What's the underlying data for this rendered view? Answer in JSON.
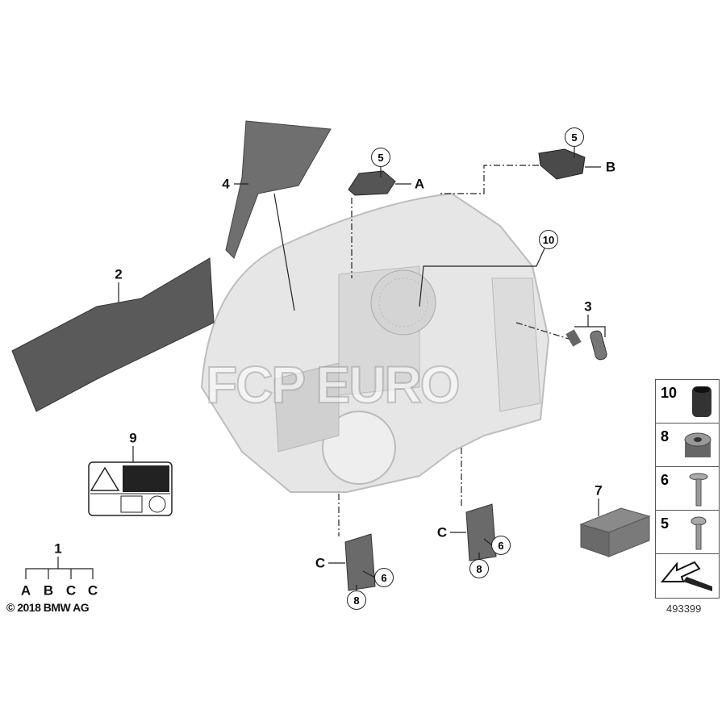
{
  "callouts": {
    "part4": "4",
    "part5a": "5",
    "letterA": "A",
    "part5b": "5",
    "letterB": "B",
    "part2": "2",
    "part10": "10",
    "part3": "3",
    "part9": "9",
    "part1": "1",
    "part7": "7",
    "letterC1": "C",
    "part6a": "6",
    "part8a": "8",
    "letterC2": "C",
    "part6b": "6",
    "part8b": "8"
  },
  "kit_breakdown": [
    "A",
    "B",
    "C",
    "C"
  ],
  "copyright": "© 2018 BMW AG",
  "diagram_number": "493399",
  "watermark": "FCP EURO",
  "legend_panel": [
    {
      "label": "10",
      "icon": "rubber-sleeve-icon"
    },
    {
      "label": "8",
      "icon": "clip-nut-icon"
    },
    {
      "label": "6",
      "icon": "washer-screw-icon"
    },
    {
      "label": "5",
      "icon": "screw-icon"
    },
    {
      "label": "",
      "icon": "direction-arrow-icon"
    }
  ]
}
